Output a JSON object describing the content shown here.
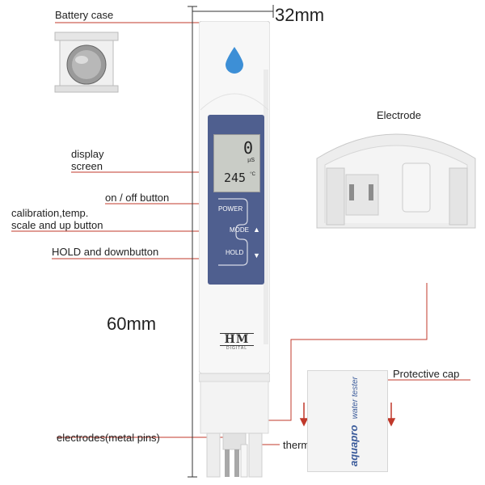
{
  "labels": {
    "battery_case": "Battery case",
    "width": "32mm",
    "height": "60mm",
    "display_screen_line1": "display",
    "display_screen_line2": "screen",
    "on_off_button": "on / off button",
    "calibration_line1": "calibration,temp.",
    "calibration_line2": "scale and up button",
    "hold_button": "HOLD and downbutton",
    "electrode": "Electrode",
    "protective_cap": "Protective cap",
    "electrodes_pins": "electrodes(metal pins)",
    "thermistor": "thermistor"
  },
  "device": {
    "reading_top": "0",
    "unit": "µS",
    "reading_bottom": "245",
    "temp_unit": "°C",
    "button_power": "POWER",
    "button_mode": "MODE",
    "button_hold": "HOLD",
    "up_arrow": "▲",
    "down_arrow": "▼",
    "brand": "HM",
    "brand_sub": "DIGITAL"
  },
  "cap": {
    "brand": "aquapro",
    "sub": "water tester"
  },
  "colors": {
    "accent_red": "#c0392b",
    "drop_blue": "#3d8fd6",
    "panel_blue": "#4f5f8f"
  }
}
